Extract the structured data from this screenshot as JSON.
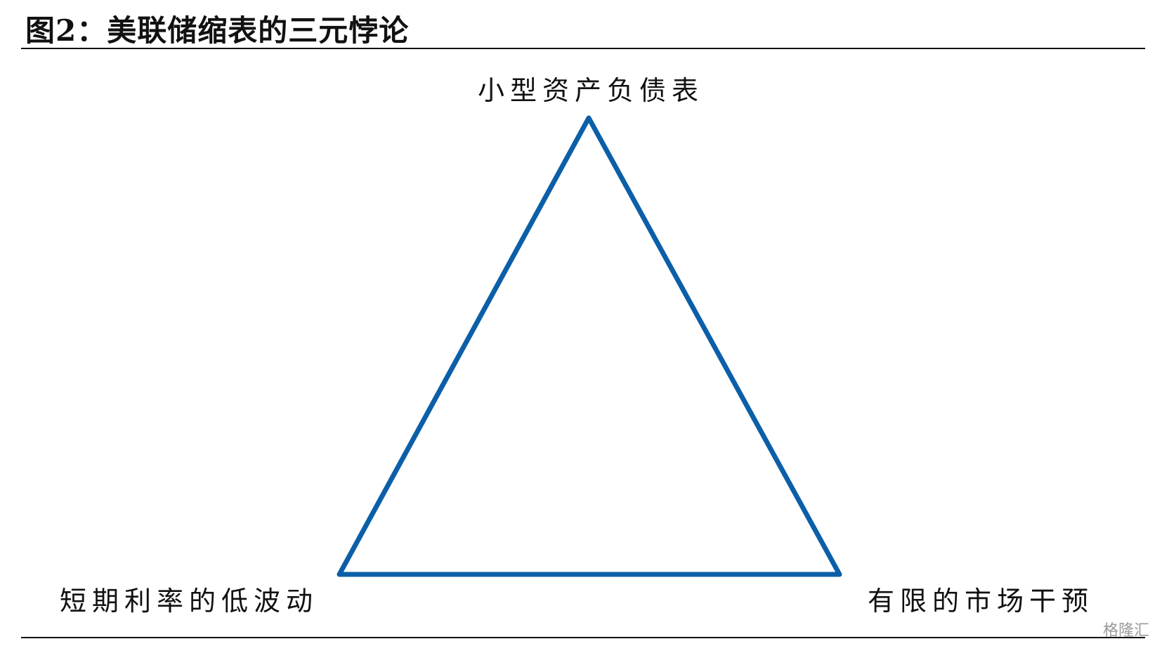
{
  "figure": {
    "title": "图2：美联储缩表的三元悖论"
  },
  "triangle": {
    "stroke_color": "#0b5fa8",
    "vertices": {
      "top": "小型资产负债表",
      "bottom_left": "短期利率的低波动",
      "bottom_right": "有限的市场干预"
    }
  },
  "watermark": "格隆汇"
}
